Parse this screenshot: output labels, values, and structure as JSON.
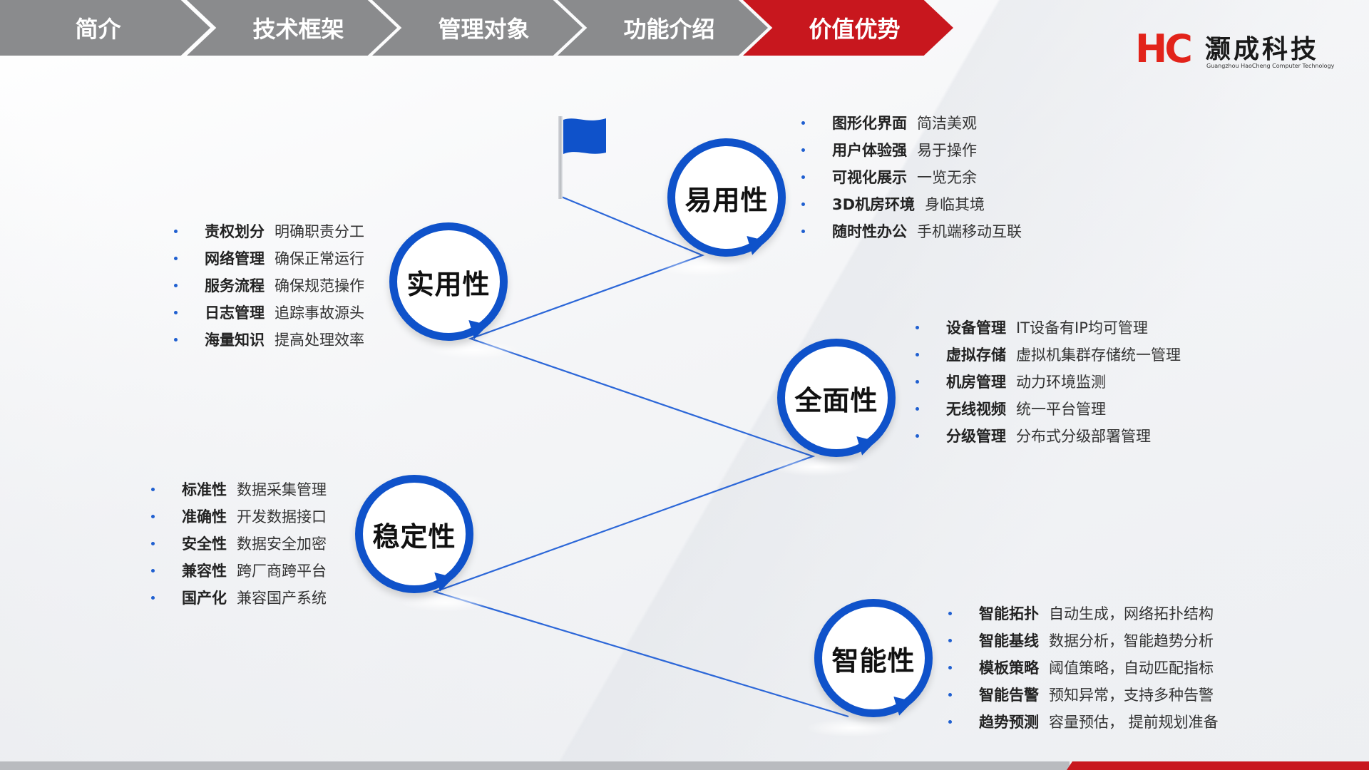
{
  "nav": {
    "items": [
      {
        "label": "简介",
        "active": false
      },
      {
        "label": "技术框架",
        "active": false
      },
      {
        "label": "管理对象",
        "active": false
      },
      {
        "label": "功能介绍",
        "active": false
      },
      {
        "label": "价值优势",
        "active": true
      }
    ],
    "colors": {
      "inactive": "#8a8b8d",
      "active": "#c8171e"
    }
  },
  "logo": {
    "mark": "HC",
    "name": "灏成科技",
    "subtitle": "Guangzhou HaoCheng Computer Technology"
  },
  "accent_color": "#0f52ca",
  "flag_icon": "flag-icon",
  "pins": [
    {
      "label": "易用性",
      "items": [
        {
          "term": "图形化界面",
          "desc": "简洁美观"
        },
        {
          "term": "用户体验强",
          "desc": "易于操作"
        },
        {
          "term": "可视化展示",
          "desc": "一览无余"
        },
        {
          "term": "3D机房环境",
          "desc": "身临其境"
        },
        {
          "term": "随时性办公",
          "desc": "手机端移动互联"
        }
      ]
    },
    {
      "label": "实用性",
      "items": [
        {
          "term": "责权划分",
          "desc": "明确职责分工"
        },
        {
          "term": "网络管理",
          "desc": "确保正常运行"
        },
        {
          "term": "服务流程",
          "desc": "确保规范操作"
        },
        {
          "term": "日志管理",
          "desc": "追踪事故源头"
        },
        {
          "term": "海量知识",
          "desc": "提高处理效率"
        }
      ]
    },
    {
      "label": "全面性",
      "items": [
        {
          "term": "设备管理",
          "desc": "IT设备有IP均可管理"
        },
        {
          "term": "虚拟存储",
          "desc": "虚拟机集群存储统一管理"
        },
        {
          "term": "机房管理",
          "desc": "动力环境监测"
        },
        {
          "term": "无线视频",
          "desc": "统一平台管理"
        },
        {
          "term": "分级管理",
          "desc": "分布式分级部署管理"
        }
      ]
    },
    {
      "label": "稳定性",
      "items": [
        {
          "term": "标准性",
          "desc": "数据采集管理"
        },
        {
          "term": "准确性",
          "desc": "开发数据接口"
        },
        {
          "term": "安全性",
          "desc": "数据安全加密"
        },
        {
          "term": "兼容性",
          "desc": "跨厂商跨平台"
        },
        {
          "term": "国产化",
          "desc": "兼容国产系统"
        }
      ]
    },
    {
      "label": "智能性",
      "items": [
        {
          "term": "智能拓扑",
          "desc": "自动生成，网络拓扑结构"
        },
        {
          "term": "智能基线",
          "desc": "数据分析，智能趋势分析"
        },
        {
          "term": "模板策略",
          "desc": "阈值策略，自动匹配指标"
        },
        {
          "term": "智能告警",
          "desc": "预知异常，支持多种告警"
        },
        {
          "term": "趋势预测",
          "desc": "容量预估， 提前规划准备"
        }
      ]
    }
  ]
}
